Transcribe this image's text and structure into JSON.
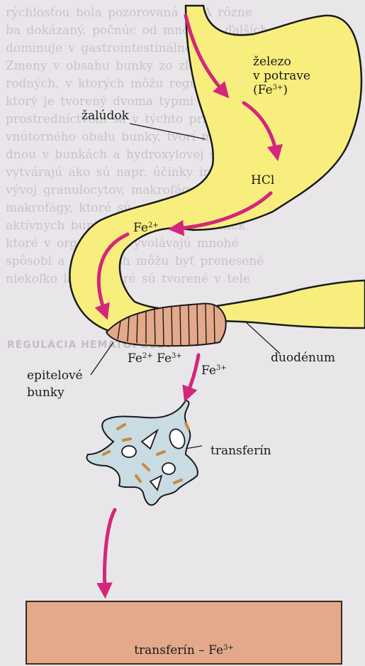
{
  "background_text": [
    "rýchlosťou bola pozorovaná ORA rôzne",
    "ba dokázaný, počnúc od mnohých ďalších",
    "dominuje v gastrointestinálnom a ďalej v",
    "Zmeny v obsahu bunky zo zložky",
    "rodných, v ktorých môžu regulovať väzbu",
    "ktorý je tvorený dvoma typmi ktorými",
    "prostredníctvom sa v týchto prípadoch",
    "vnútorného obalu bunky, tvorí mitózy",
    "dnou v bunkách a hydroxylovej skupine",
    "vytvárajú ako sú napr. účinky intenzita",
    "vývoj granulocytov, makrofágov, drobné",
    "makrofágy, ktoré sú zapojené do imunity",
    "aktívnych buniek, rôzne druhy buniek",
    "ktoré v organizme vyvolávajú mnohé",
    "spôsobí a v ktorých môžu byť prenesené",
    "niekoľko látok, ktoré sú tvorené v tele"
  ],
  "background_heading": "REGULÁCIA HEMATOPOÉZY",
  "labels": {
    "iron_line1": "železo",
    "iron_line2": "v potrave",
    "iron_line3": "(Fe",
    "iron_sup": "3+",
    "iron_close": ")",
    "stomach": "žalúdok",
    "hcl": "HCl",
    "fe2_stomach": "Fe",
    "fe2_stomach_sup": "2+",
    "fe2_cells": "Fe",
    "fe2_cells_sup": "2+",
    "fe3_cells": "Fe",
    "fe3_cells_sup": "3+",
    "fe3_out": "Fe",
    "fe3_out_sup": "3+",
    "duodenum": "duodénum",
    "epithelial_line1": "epitelové",
    "epithelial_line2": "bunky",
    "transferrin": "transferín",
    "box_label": "transferín – Fe",
    "box_sup": "3+"
  },
  "colors": {
    "stomach_fill": "#f7ee7e",
    "arrow": "#d4267a",
    "cells_fill": "#e3a98a",
    "transferrin_fill": "#c9dbe3",
    "iron_particles": "#c98a3e",
    "background": "#e9e6ea"
  }
}
